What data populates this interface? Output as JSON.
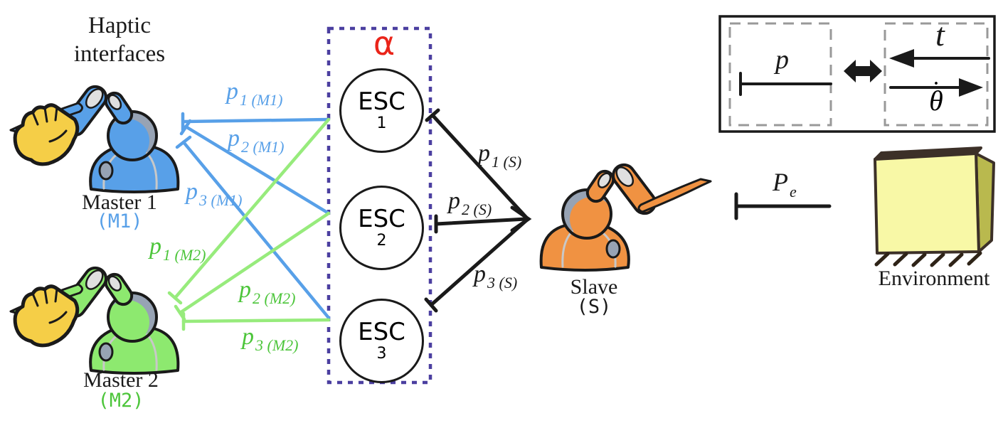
{
  "colors": {
    "m1_blue": "#58a0e8",
    "m2_line_green": "#97eb7c",
    "m2_text_green": "#4cc53a",
    "black": "#1a1a1a",
    "alpha_box_purple": "#4b3fa0",
    "alpha_red": "#ea2419",
    "master1_body": "#58a0e8",
    "master2_body": "#8de96f",
    "slave_body": "#f09242",
    "hand_yellow": "#f5ce47",
    "joint_gray": "#97a3b4",
    "env_front": "#f8f8a6",
    "env_side": "#b9b94e",
    "env_edge": "#3c3028",
    "legend_gray": "#999999"
  },
  "labels": {
    "haptic_line1": "Haptic",
    "haptic_line2": "interfaces",
    "master1": "Master 1",
    "master1_code": "(M1)",
    "master2": "Master 2",
    "master2_code": "(M2)",
    "slave": "Slave",
    "slave_code": "(S)",
    "environment": "Environment",
    "alpha": "α"
  },
  "esc_nodes": [
    {
      "label": "ESC",
      "num": "1"
    },
    {
      "label": "ESC",
      "num": "2"
    },
    {
      "label": "ESC",
      "num": "3"
    }
  ],
  "links": {
    "m1": [
      {
        "main": "p",
        "sub": "1 (M1)"
      },
      {
        "main": "p",
        "sub": "2 (M1)"
      },
      {
        "main": "p",
        "sub": "3 (M1)"
      }
    ],
    "m2": [
      {
        "main": "p",
        "sub": "1 (M2)"
      },
      {
        "main": "p",
        "sub": "2 (M2)"
      },
      {
        "main": "p",
        "sub": "3 (M2)"
      }
    ],
    "s": [
      {
        "main": "p",
        "sub": "1 (S)"
      },
      {
        "main": "p",
        "sub": "2 (S)"
      },
      {
        "main": "p",
        "sub": "3 (S)"
      }
    ],
    "pe": {
      "main": "P",
      "sub": "e"
    }
  },
  "legend": {
    "p": "p",
    "t": "t",
    "theta": "θ",
    "theta_dot": "·"
  }
}
